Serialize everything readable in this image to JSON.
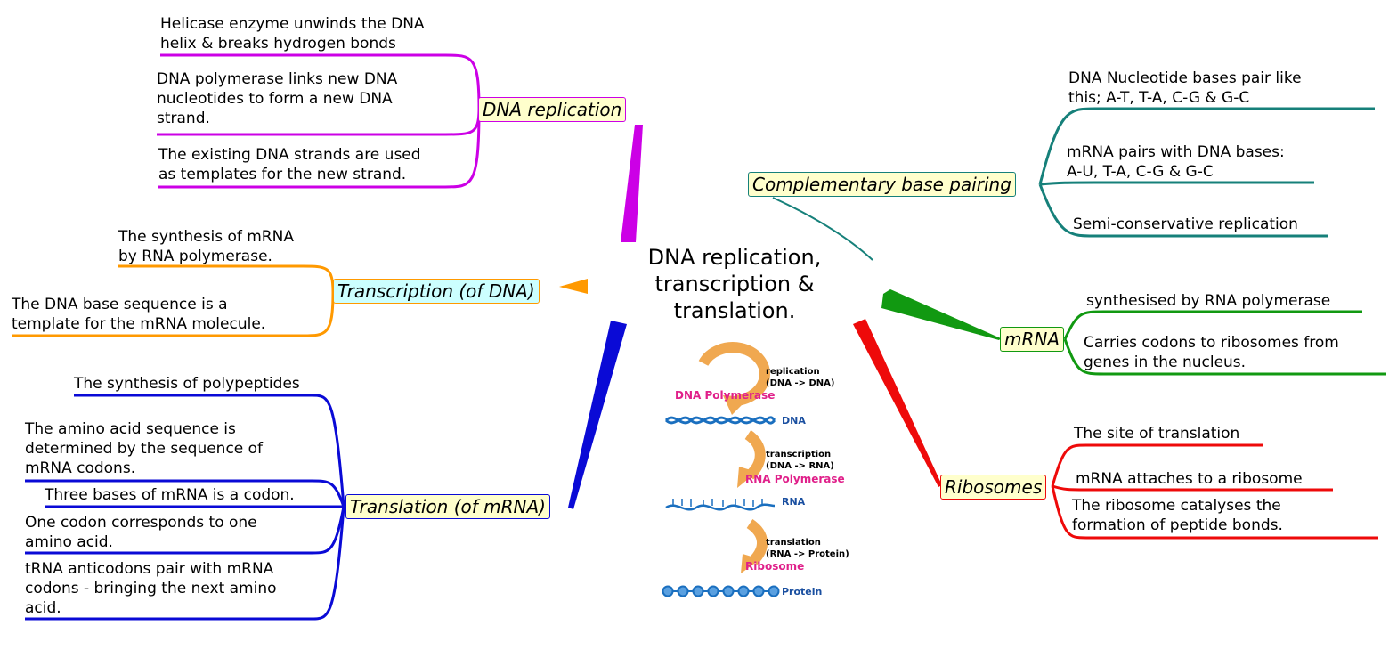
{
  "center_title": [
    "DNA replication,",
    "transcription &",
    "translation."
  ],
  "colors": {
    "replication": "#cc00e6",
    "transcription": "#ff9900",
    "translation": "#0a0ad6",
    "complementary": "#16807a",
    "mrna": "#119911",
    "ribosomes": "#ee0a0a",
    "topic_fill_yellow": "#ffffcc",
    "topic_fill_cyan": "#ccffff"
  },
  "branches": {
    "dna_replication": {
      "label": "DNA replication",
      "notes": [
        [
          "Helicase enzyme unwinds the DNA",
          "helix & breaks hydrogen bonds"
        ],
        [
          "DNA polymerase links new DNA",
          "nucleotides to form a new DNA",
          "strand."
        ],
        [
          "The existing DNA strands are used",
          "as templates for the new strand."
        ]
      ]
    },
    "transcription": {
      "label": "Transcription (of DNA)",
      "notes": [
        [
          "The synthesis of mRNA",
          "by RNA polymerase."
        ],
        [
          "The DNA base sequence is a",
          "template for the mRNA molecule."
        ]
      ]
    },
    "translation": {
      "label": "Translation (of mRNA)",
      "notes": [
        [
          "The synthesis of polypeptides"
        ],
        [
          "The amino acid sequence is",
          "determined by the sequence of",
          "mRNA codons."
        ],
        [
          "Three bases of mRNA is a codon."
        ],
        [
          "One codon corresponds to one",
          "amino acid."
        ],
        [
          "tRNA anticodons pair with mRNA",
          "codons - bringing the next amino",
          "acid."
        ]
      ]
    },
    "complementary": {
      "label": "Complementary base pairing",
      "notes": [
        [
          "DNA Nucleotide bases pair like",
          "this; A-T, T-A, C-G & G-C"
        ],
        [
          "mRNA pairs with DNA bases:",
          "A-U, T-A, C-G & G-C"
        ],
        [
          "Semi-conservative replication"
        ]
      ]
    },
    "mrna": {
      "label": "mRNA",
      "notes": [
        [
          "synthesised by RNA polymerase"
        ],
        [
          "Carries codons to ribosomes from",
          "genes in the nucleus."
        ]
      ]
    },
    "ribosomes": {
      "label": "Ribosomes",
      "notes": [
        [
          "The site of translation"
        ],
        [
          "mRNA attaches to a ribosome"
        ],
        [
          "The ribosome catalyses the",
          "formation of peptide bonds."
        ]
      ]
    }
  },
  "central_image": {
    "replication": [
      "replication",
      "(DNA -> DNA)"
    ],
    "dna_polymerase": "DNA Polymerase",
    "dna": "DNA",
    "transcription": [
      "transcription",
      "(DNA -> RNA)"
    ],
    "rna_polymerase": "RNA Polymerase",
    "rna": "RNA",
    "translation": [
      "translation",
      "(RNA -> Protein)"
    ],
    "ribosome": "Ribosome",
    "protein": "Protein"
  }
}
